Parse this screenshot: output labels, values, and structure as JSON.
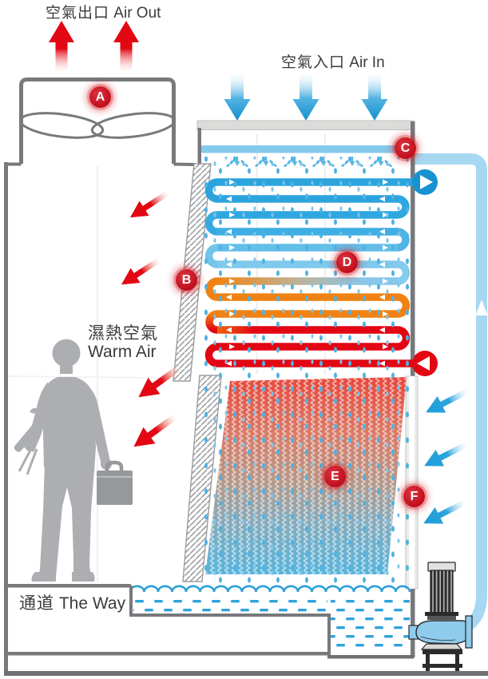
{
  "diagram": {
    "air_out": {
      "zh": "空氣出口",
      "en": "Air Out"
    },
    "air_in": {
      "zh": "空氣入口",
      "en": "Air In"
    },
    "warm_air": {
      "zh": "濕熱空氣",
      "en": "Warm Air"
    },
    "the_way": {
      "zh": "通道",
      "en": "The Way"
    },
    "callouts": [
      {
        "letter": "A"
      },
      {
        "letter": "B"
      },
      {
        "letter": "C"
      },
      {
        "letter": "D"
      },
      {
        "letter": "E"
      },
      {
        "letter": "F"
      }
    ],
    "colors": {
      "hot_pipe": "#E30613",
      "warm_pipe": "#F08214",
      "cool_pipe": "#2BA4DE",
      "spray_bar": "#85C9EC",
      "riser_pipe": "#A6D8F2",
      "casing_gray": "#77797C",
      "callout_red": "#C8131F",
      "warm_air_arrow": "#E30613",
      "cool_air_arrow": "#1E9CD8"
    }
  }
}
